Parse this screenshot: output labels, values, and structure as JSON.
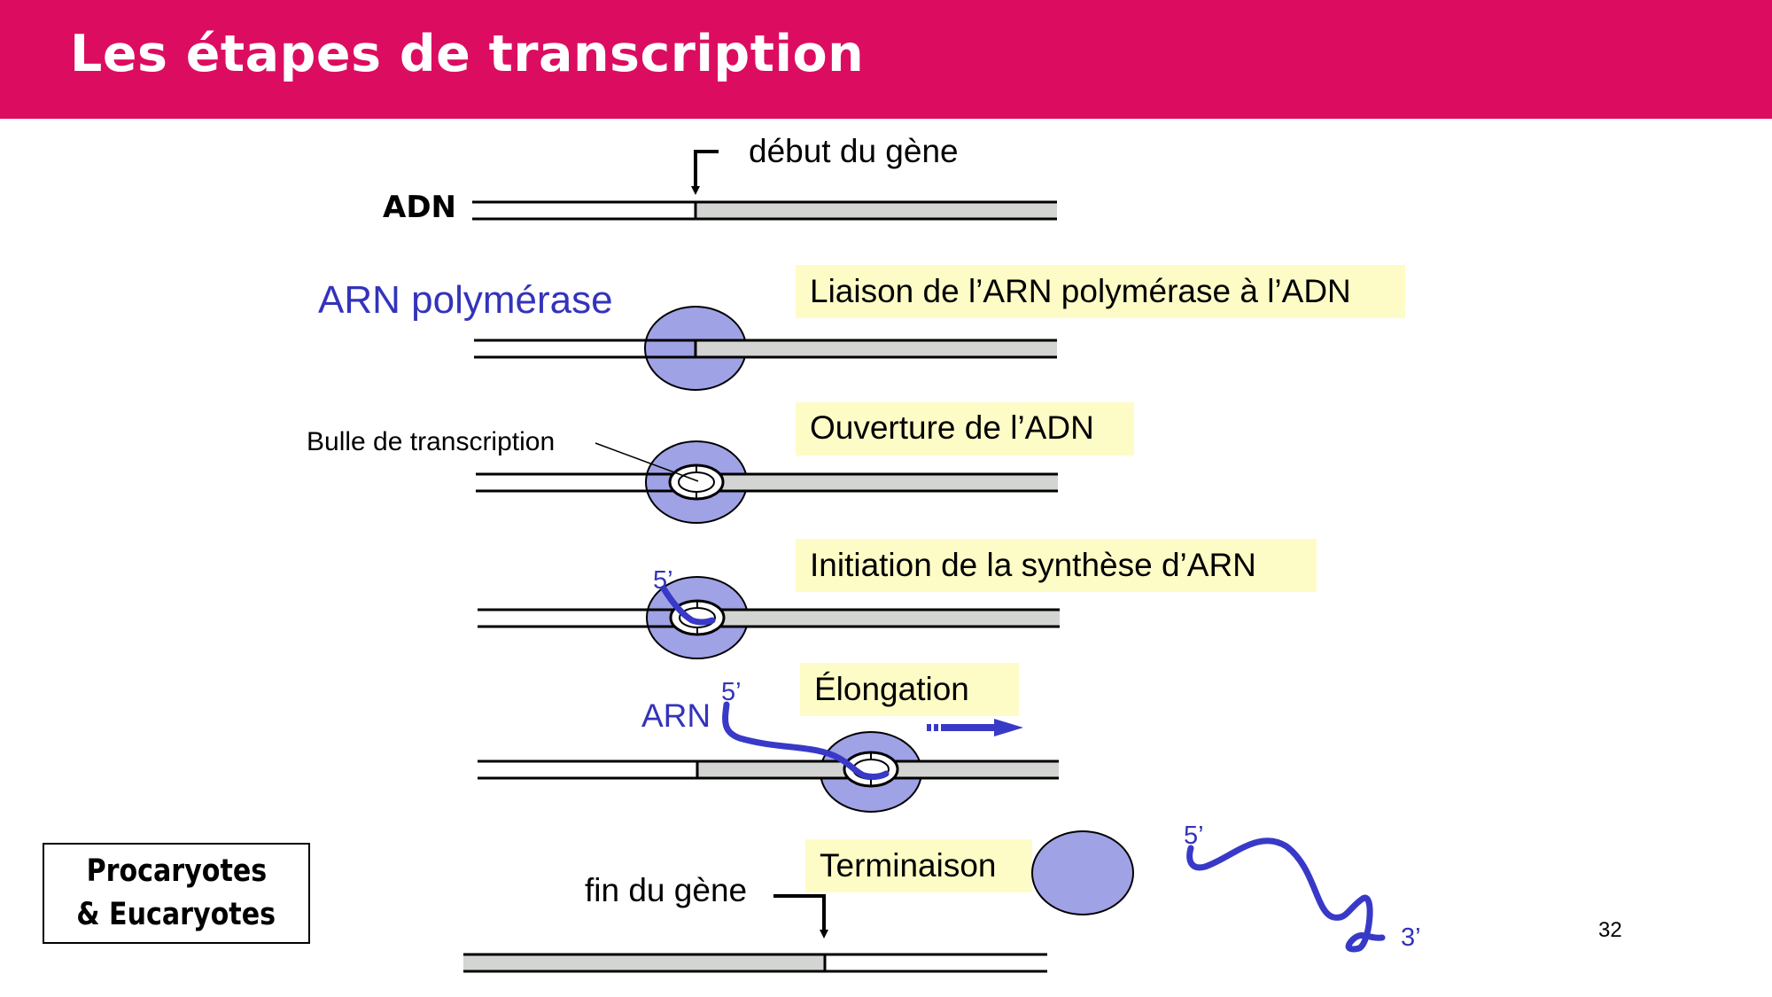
{
  "slide": {
    "title": "Les étapes de transcription",
    "page_number": "32",
    "scope_lines": [
      "Procaryotes",
      "& Eucaryotes"
    ]
  },
  "diagram": {
    "labels": {
      "dna": "ADN",
      "gene_start": "début du gène",
      "gene_end": "fin du gène",
      "polymerase": "ARN polymérase",
      "bubble": "Bulle de transcription",
      "rna": "ARN",
      "five_prime": "5’",
      "three_prime": "3’"
    },
    "steps": [
      "Liaison de l’ARN polymérase à l’ADN",
      "Ouverture de l’ADN",
      "Initiation de la synthèse d’ARN",
      "Élongation",
      "Terminaison"
    ]
  },
  "colors": {
    "header_bg": "#dc0d61",
    "step_label_bg": "#fefcc6",
    "polymerase_fill": "#a0a2e6",
    "rna_stroke": "#3939c8",
    "gene_fill": "#d3d5d3"
  }
}
